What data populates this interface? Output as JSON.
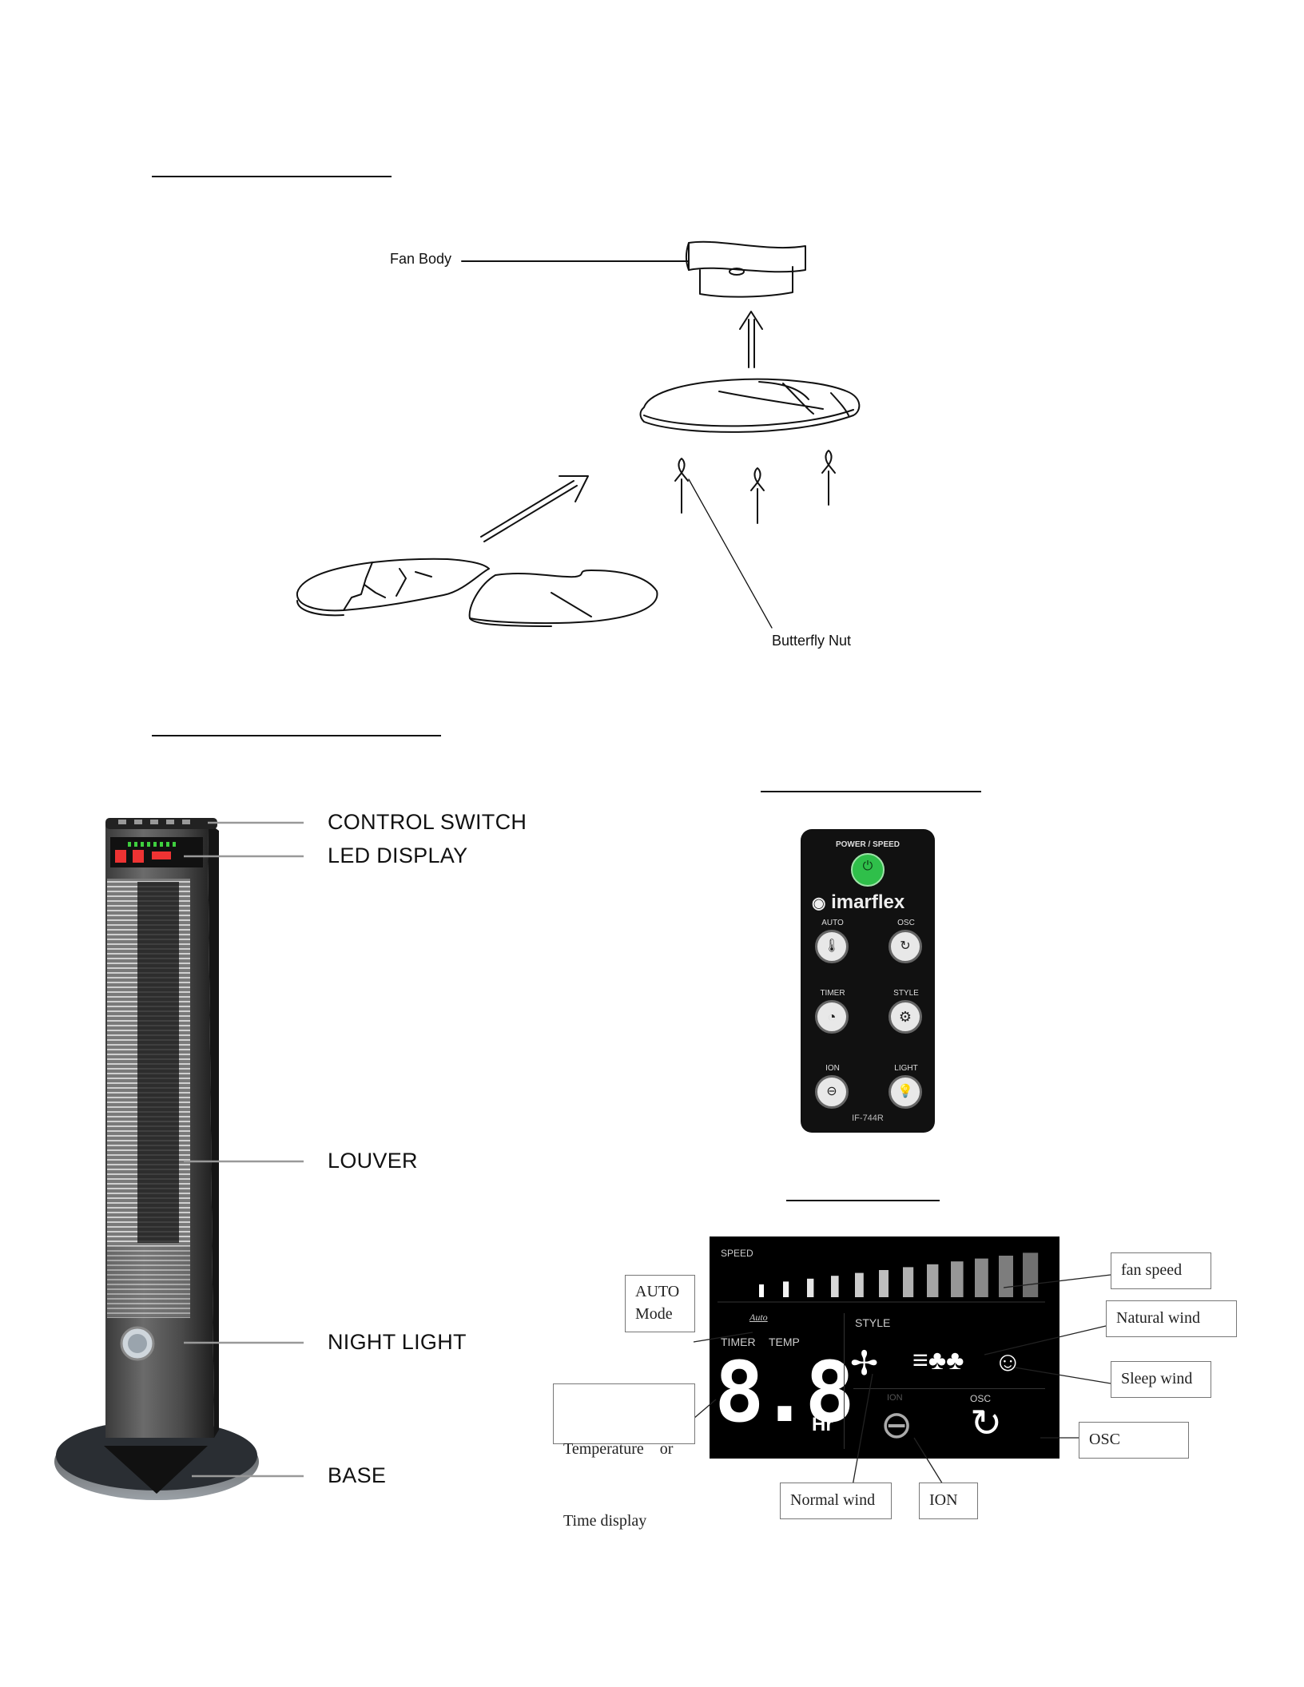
{
  "assembly": {
    "fan_body_label": "Fan Body",
    "butterfly_nut_label": "Butterfly Nut"
  },
  "tower": {
    "labels": {
      "control_switch": "CONTROL SWITCH",
      "led_display": "LED DISPLAY",
      "louver": "LOUVER",
      "night_light": "NIGHT LIGHT",
      "base": "BASE"
    }
  },
  "remote": {
    "power_speed_label": "POWER / SPEED",
    "brand": "imarflex",
    "buttons": {
      "auto": "AUTO",
      "osc": "OSC",
      "timer": "TIMER",
      "style": "STYLE",
      "ion": "ION",
      "light": "LIGHT"
    },
    "model": "IF-744R",
    "power_color": "#2fbf4a"
  },
  "display": {
    "speed_label": "SPEED",
    "auto_text": "Auto",
    "style_label": "STYLE",
    "timer_label": "TIMER",
    "temp_label": "TEMP",
    "digits": "8.8",
    "unit": "Hr",
    "ion_label": "ION",
    "osc_label": "OSC",
    "speed_bars": {
      "count": 12
    },
    "callouts": {
      "fan_speed": "fan speed",
      "natural_wind": "Natural wind",
      "sleep_wind": "Sleep wind",
      "osc": "OSC",
      "auto_mode_line1": "AUTO",
      "auto_mode_line2": "Mode",
      "temp_time_line1": "Temperature    or",
      "temp_time_line2": "Time display",
      "normal_wind": "Normal wind",
      "ion": "ION"
    }
  }
}
